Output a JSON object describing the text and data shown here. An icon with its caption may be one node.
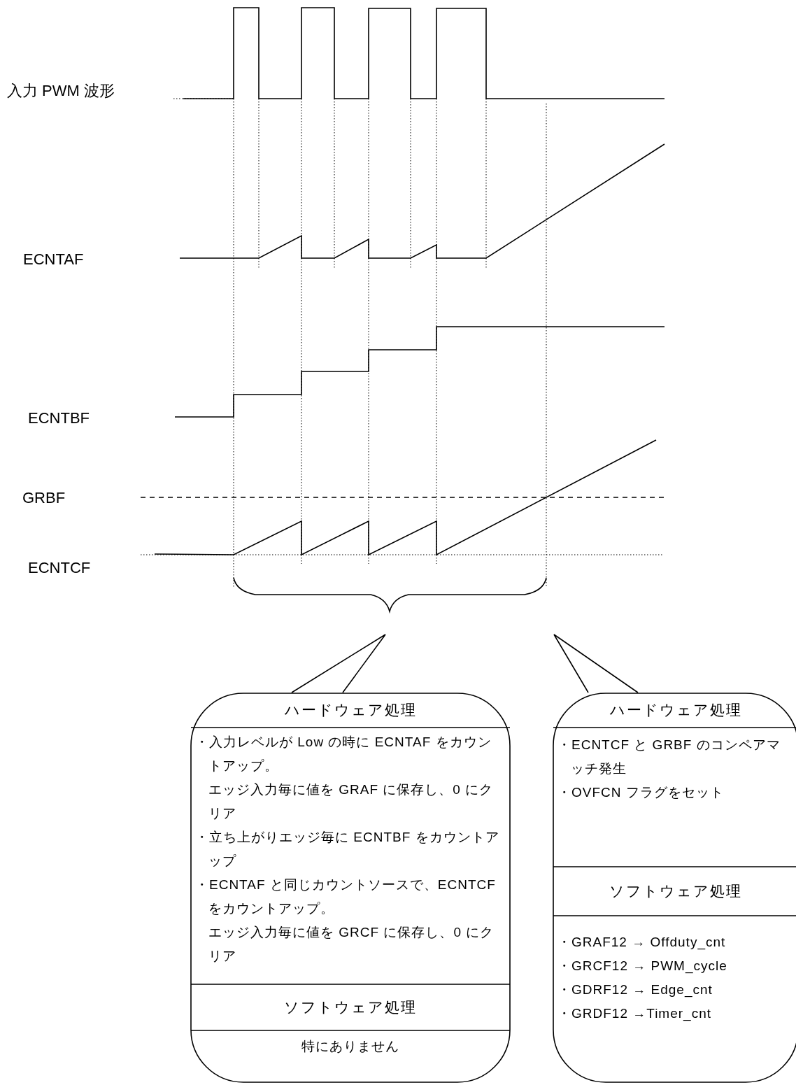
{
  "diagram": {
    "nodes": [
      {
        "text": [
          "ハードウェア処理",
          "・入力レベルが Low の時に ECNTAF をカウントアップ。",
          "エッジ入力毎に値を GRAF に保存し、0 にクリア",
          "・立ち上がりエッジ毎に ECNTBF をカウントアップ",
          "・ECNTAF と同じカウントソースで、ECNTCF をカウントアップ。",
          "エッジ入力毎に値を GRCF に保存し、0 にクリア",
          "ソフトウェア処理",
          "特にありません"
        ]
      },
      {
        "text": [
          "ハードウェア処理",
          "・ECNTCF と GRBF のコンペアマッチ発生",
          "・OVFCN フラグをセット",
          "ソフトウェア処理",
          "・GRAF12 → Offduty_cnt",
          "・GRCF12 → PWM_cycle",
          "・GDRF12 → Edge_cnt",
          "・GRDF12 →Timer_cnt"
        ]
      }
    ],
    "edges": [],
    "labels": [
      "入力 PWM 波形",
      "ECNTAF",
      "ECNTBF",
      "GRBF",
      "ECNTCF"
    ]
  }
}
